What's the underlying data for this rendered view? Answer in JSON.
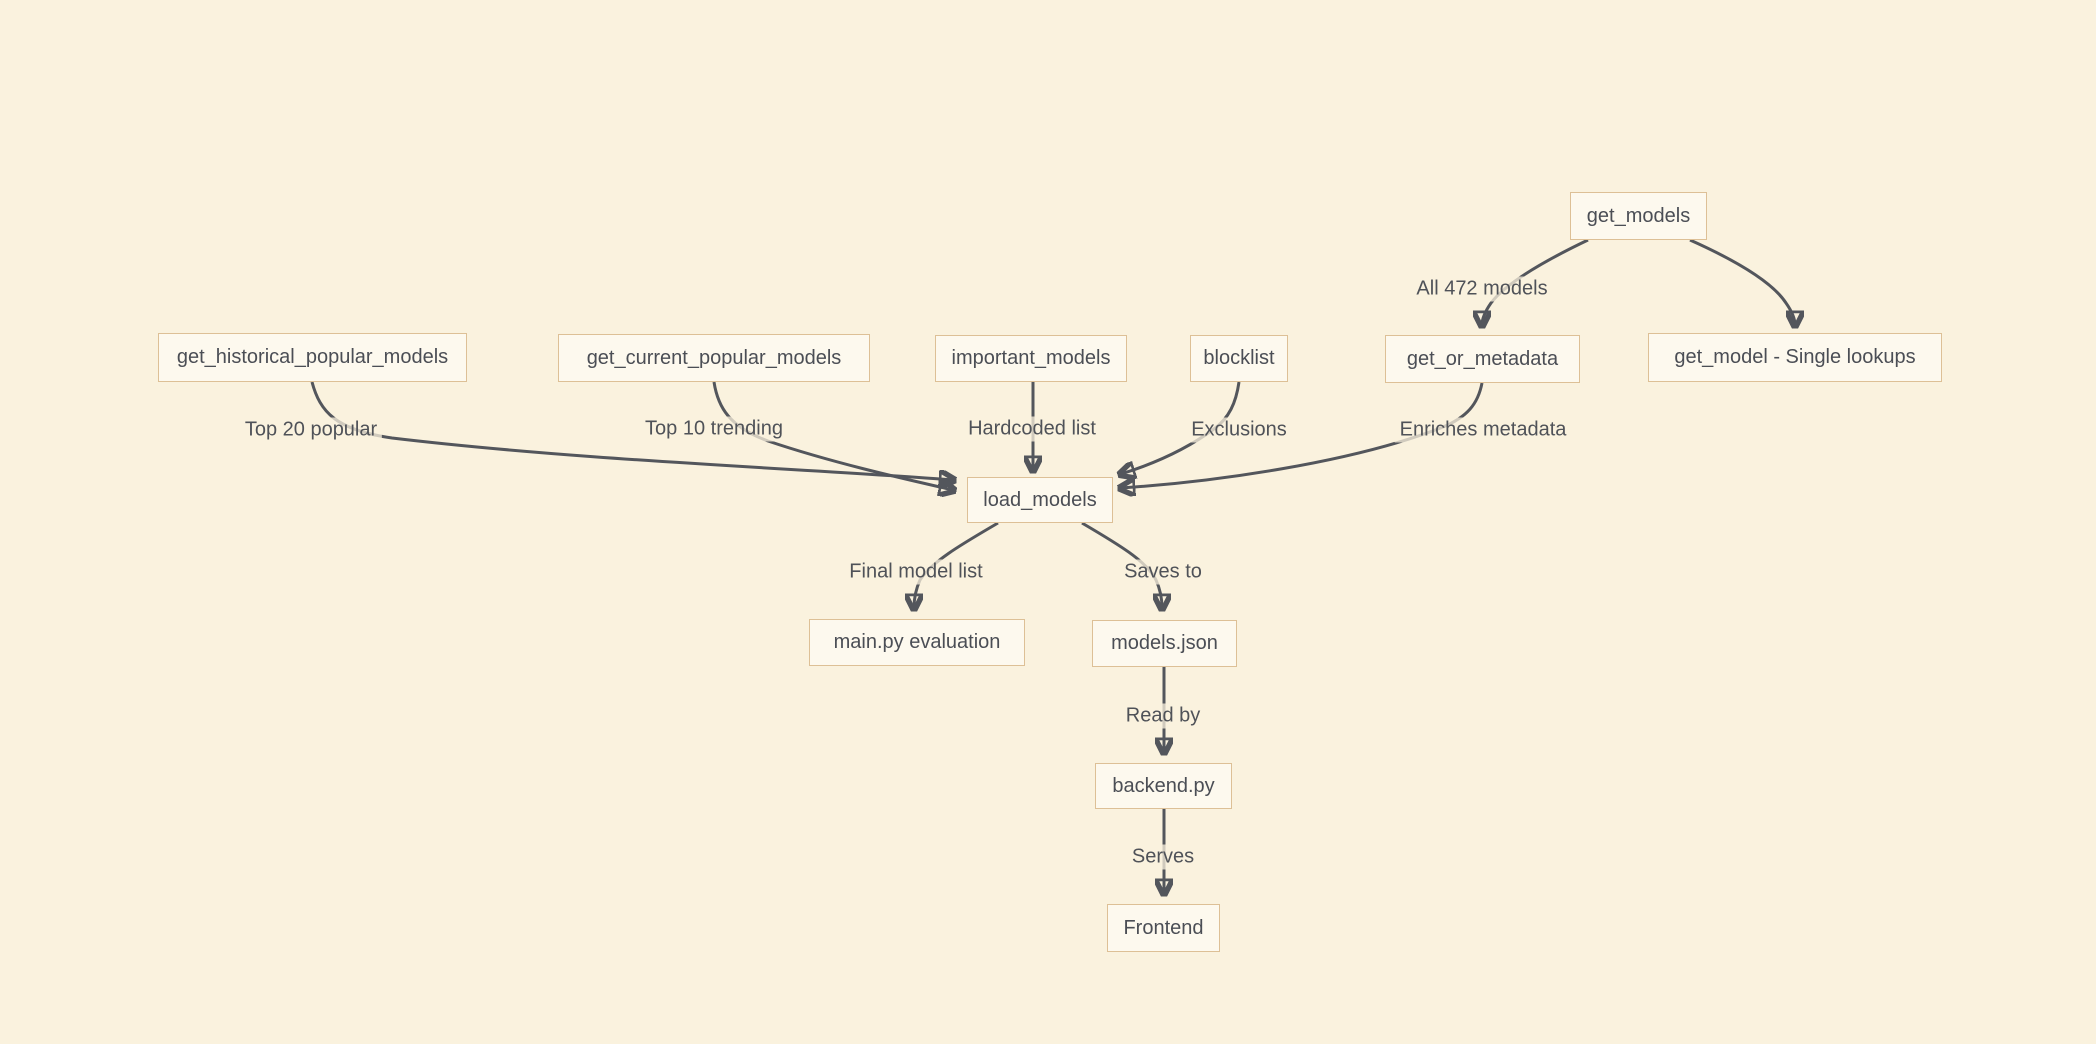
{
  "diagram": {
    "type": "flowchart",
    "colors": {
      "background": "#faf2de",
      "node_fill": "#fdf9ee",
      "node_border": "#ddc096",
      "node_text": "#4b4e55",
      "edge_stroke": "#53565c",
      "edge_label_text": "#4f5258"
    }
  },
  "nodes": {
    "get_models": {
      "label": "get_models"
    },
    "get_historical_popular_models": {
      "label": "get_historical_popular_models"
    },
    "get_current_popular_models": {
      "label": "get_current_popular_models"
    },
    "important_models": {
      "label": "important_models"
    },
    "blocklist": {
      "label": "blocklist"
    },
    "get_or_metadata": {
      "label": "get_or_metadata"
    },
    "get_model_single_lookups": {
      "label": "get_model - Single lookups"
    },
    "load_models": {
      "label": "load_models"
    },
    "main_py_evaluation": {
      "label": "main.py evaluation"
    },
    "models_json": {
      "label": "models.json"
    },
    "backend_py": {
      "label": "backend.py"
    },
    "frontend": {
      "label": "Frontend"
    }
  },
  "edges": {
    "get_models_to_get_or_metadata": {
      "from": "get_models",
      "to": "get_or_metadata",
      "label": "All 472 models"
    },
    "get_models_to_get_model_single_lookups": {
      "from": "get_models",
      "to": "get_model_single_lookups",
      "label": ""
    },
    "historical_to_load_models": {
      "from": "get_historical_popular_models",
      "to": "load_models",
      "label": "Top 20 popular"
    },
    "current_to_load_models": {
      "from": "get_current_popular_models",
      "to": "load_models",
      "label": "Top 10 trending"
    },
    "important_to_load_models": {
      "from": "important_models",
      "to": "load_models",
      "label": "Hardcoded list"
    },
    "blocklist_to_load_models": {
      "from": "blocklist",
      "to": "load_models",
      "label": "Exclusions"
    },
    "get_or_metadata_to_load_models": {
      "from": "get_or_metadata",
      "to": "load_models",
      "label": "Enriches metadata"
    },
    "load_models_to_main_py_evaluation": {
      "from": "load_models",
      "to": "main_py_evaluation",
      "label": "Final model list"
    },
    "load_models_to_models_json": {
      "from": "load_models",
      "to": "models_json",
      "label": "Saves to"
    },
    "models_json_to_backend_py": {
      "from": "models_json",
      "to": "backend_py",
      "label": "Read by"
    },
    "backend_py_to_frontend": {
      "from": "backend_py",
      "to": "frontend",
      "label": "Serves"
    }
  }
}
